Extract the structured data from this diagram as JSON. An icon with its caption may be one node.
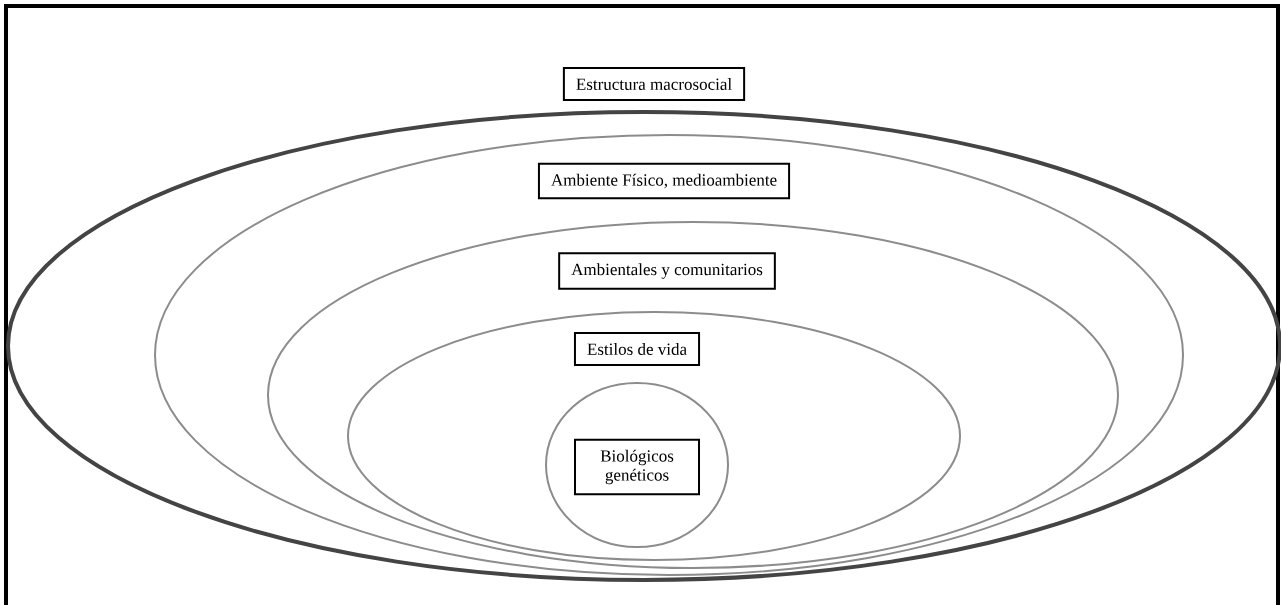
{
  "diagram": {
    "nodes": [
      {
        "text": [
          "Estructura macrosocial"
        ]
      },
      {
        "text": [
          "Ambiente Físico, medioambiente"
        ],
        "in": 0
      },
      {
        "text": [
          "Ambientales y comunitarios"
        ],
        "in": 1
      },
      {
        "text": [
          "Estilos de vida"
        ],
        "in": 2
      },
      {
        "text": [
          "Biológicos genéticos"
        ],
        "in": 3
      }
    ]
  }
}
